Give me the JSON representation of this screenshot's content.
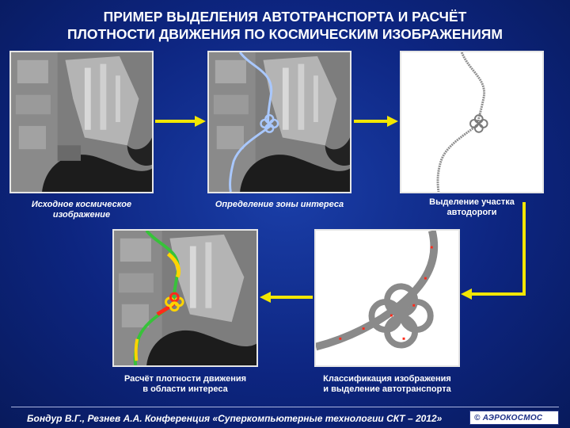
{
  "title": {
    "line1": "ПРИМЕР ВЫДЕЛЕНИЯ АВТОТРАНСПОРТА И РАСЧЁТ",
    "line2": "ПЛОТНОСТИ ДВИЖЕНИЯ ПО КОСМИЧЕСКИМ ИЗОБРАЖЕНИЯМ"
  },
  "panels": {
    "original": {
      "caption_line1": "Исходное космическое",
      "caption_line2": "изображение"
    },
    "zone": {
      "caption_line1": "Определение зоны интереса",
      "caption_line2": ""
    },
    "road": {
      "caption_line1": "Выделение участка",
      "caption_line2": "автодороги"
    },
    "density": {
      "caption_line1": "Расчёт плотности движения",
      "caption_line2": "в области интереса"
    },
    "classification": {
      "caption_line1": "Классификация изображения",
      "caption_line2": "и выделение автотранспорта"
    }
  },
  "footer": {
    "citation": "Бондур В.Г., Резнев А.А. Конференция «Суперкомпьютерные технологии СКТ – 2012»",
    "logo_text": "© АЭРОКОСМОС"
  },
  "colors": {
    "background": "#0d2580",
    "arrow": "#f2e600",
    "zone_line": "#a9c8ff",
    "density_high": "#ff2a1a",
    "density_mid": "#ffd400",
    "density_low": "#37c23a"
  }
}
